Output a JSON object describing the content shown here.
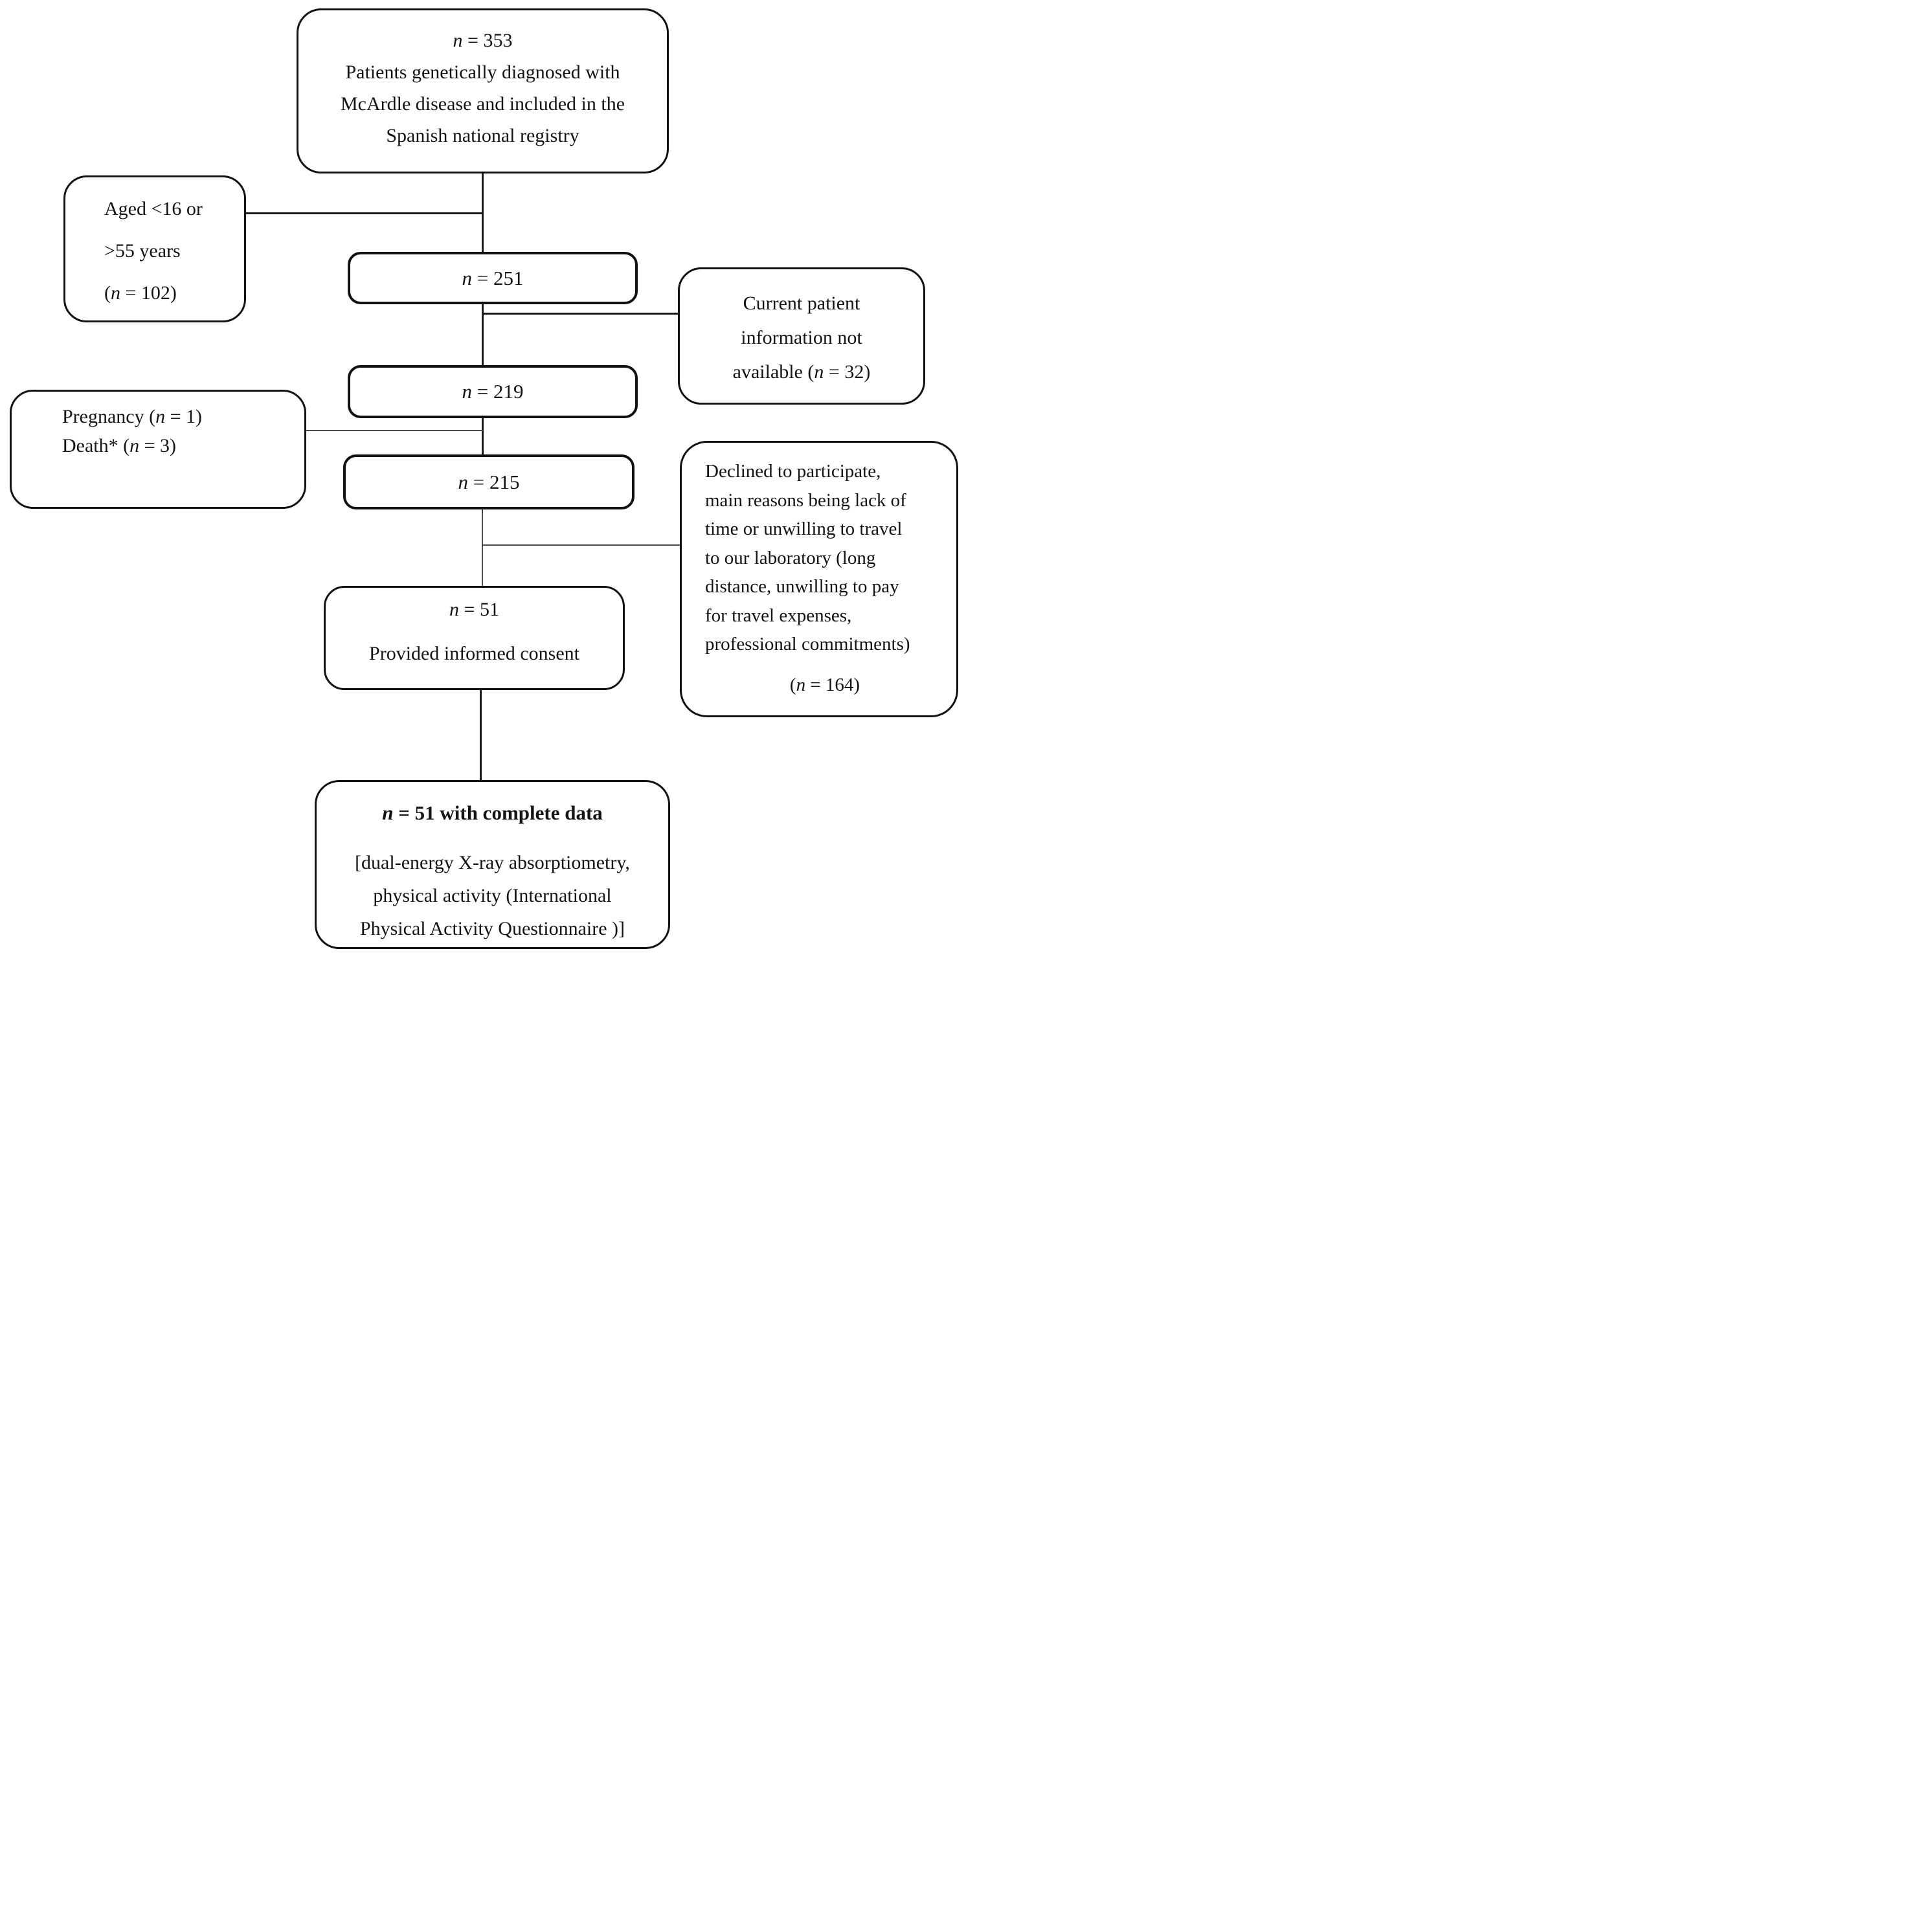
{
  "diagram": {
    "registry": {
      "n": "n",
      "n_rest": " = 353",
      "line1": "Patients genetically diagnosed with",
      "line2": "McArdle disease and included in the",
      "line3": "Spanish national registry"
    },
    "excluded_age": {
      "line1": "Aged <16 or",
      "line2": ">55 years",
      "line3_pre": "(",
      "n": "n",
      "line3_post": " = 102)"
    },
    "n251": {
      "n": "n",
      "rest": " = 251"
    },
    "no_current_info": {
      "line1": "Current patient",
      "line2": "information not",
      "line3_pre": "available (",
      "n": "n",
      "line3_post": " = 32)"
    },
    "n219": {
      "n": "n",
      "rest": " = 219"
    },
    "excluded_preg_death": {
      "line1_pre": "Pregnancy (",
      "line1_n": "n",
      "line1_post": " = 1)",
      "line2_pre": "Death* (",
      "line2_n": "n",
      "line2_post": " = 3)"
    },
    "n215": {
      "n": "n",
      "rest": " = 215"
    },
    "declined": {
      "line1": "Declined to participate,",
      "line2": "main reasons being lack of",
      "line3": "time or unwilling to travel",
      "line4": "to our laboratory (long",
      "line5": "distance, unwilling to pay",
      "line6": "for travel expenses,",
      "line7": "professional commitments)",
      "n_pre": "(",
      "n": "n",
      "n_post": " = 164)"
    },
    "consent": {
      "n": "n",
      "n_rest": " = 51",
      "line2": "Provided informed consent"
    },
    "complete": {
      "title_n": "n",
      "title_rest": " = 51 with complete data",
      "line1": "[dual-energy X-ray absorptiometry,",
      "line2": "physical activity (International",
      "line3": "Physical Activity Questionnaire )]"
    }
  }
}
